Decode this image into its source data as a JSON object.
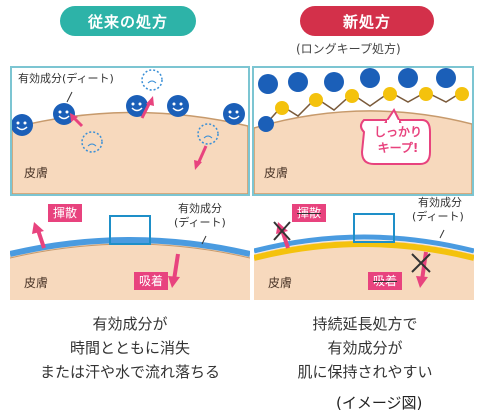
{
  "left": {
    "title": "従来の処方",
    "callout": "有効成分(ディート)",
    "skin_top": "皮膚",
    "scatter_tag": "揮散",
    "ingredient_label_1": "有効成分",
    "ingredient_label_2": "(ディート)",
    "skin_bottom": "皮膚",
    "absorb_tag": "吸着",
    "caption": [
      "有効成分が",
      "時間とともに消失",
      "または汗や水で流れ落ちる"
    ]
  },
  "right": {
    "title": "新処方",
    "subtitle": "(ロングキープ処方)",
    "bubble_1": "しっかり",
    "bubble_2": "キープ!",
    "skin_top": "皮膚",
    "scatter_tag": "揮散",
    "ingredient_label_1": "有効成分",
    "ingredient_label_2": "(ディート)",
    "skin_bottom": "皮膚",
    "absorb_tag": "吸着",
    "caption": [
      "持続延長処方で",
      "有効成分が",
      "肌に保持されやすい"
    ]
  },
  "note": "(イメージ図)",
  "colors": {
    "teal": "#2db3a8",
    "red": "#d3304a",
    "pink": "#e8437e",
    "blue_molecule": "#1b5fb8",
    "skin": "#f7d9bd",
    "skin_line": "#c79a6c",
    "yellow_layer": "#f4c20d"
  }
}
